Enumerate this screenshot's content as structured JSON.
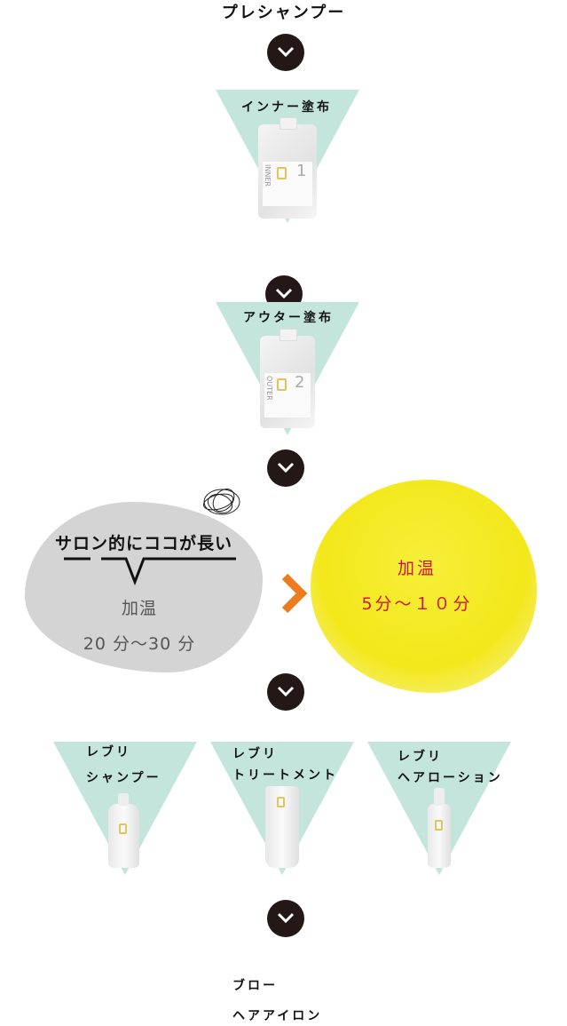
{
  "title": "プレシャンプー",
  "steps": {
    "inner": {
      "label": "インナー塗布",
      "product_text": "INNER",
      "number": "1"
    },
    "outer": {
      "label": "アウター塗布",
      "product_text": "OUTER",
      "number": "2"
    }
  },
  "comparison": {
    "salon": {
      "heading": "サロン的にココが長い",
      "label": "加温",
      "time": "20 分〜30 分"
    },
    "ours": {
      "label": "加温",
      "time": "5分〜１０分"
    }
  },
  "products": [
    {
      "line1": "レブリ",
      "line2": "シャンプー"
    },
    {
      "line1": "レブリ",
      "line2": "トリートメント"
    },
    {
      "line1": "レブリ",
      "line2": "ヘアローション"
    }
  ],
  "finish": {
    "line1": "ブロー",
    "line2": "ヘアアイロン"
  },
  "colors": {
    "teal": "#c3e5db",
    "arrow": "#231815",
    "orange": "#ee7b1e",
    "red": "#d3162a"
  }
}
